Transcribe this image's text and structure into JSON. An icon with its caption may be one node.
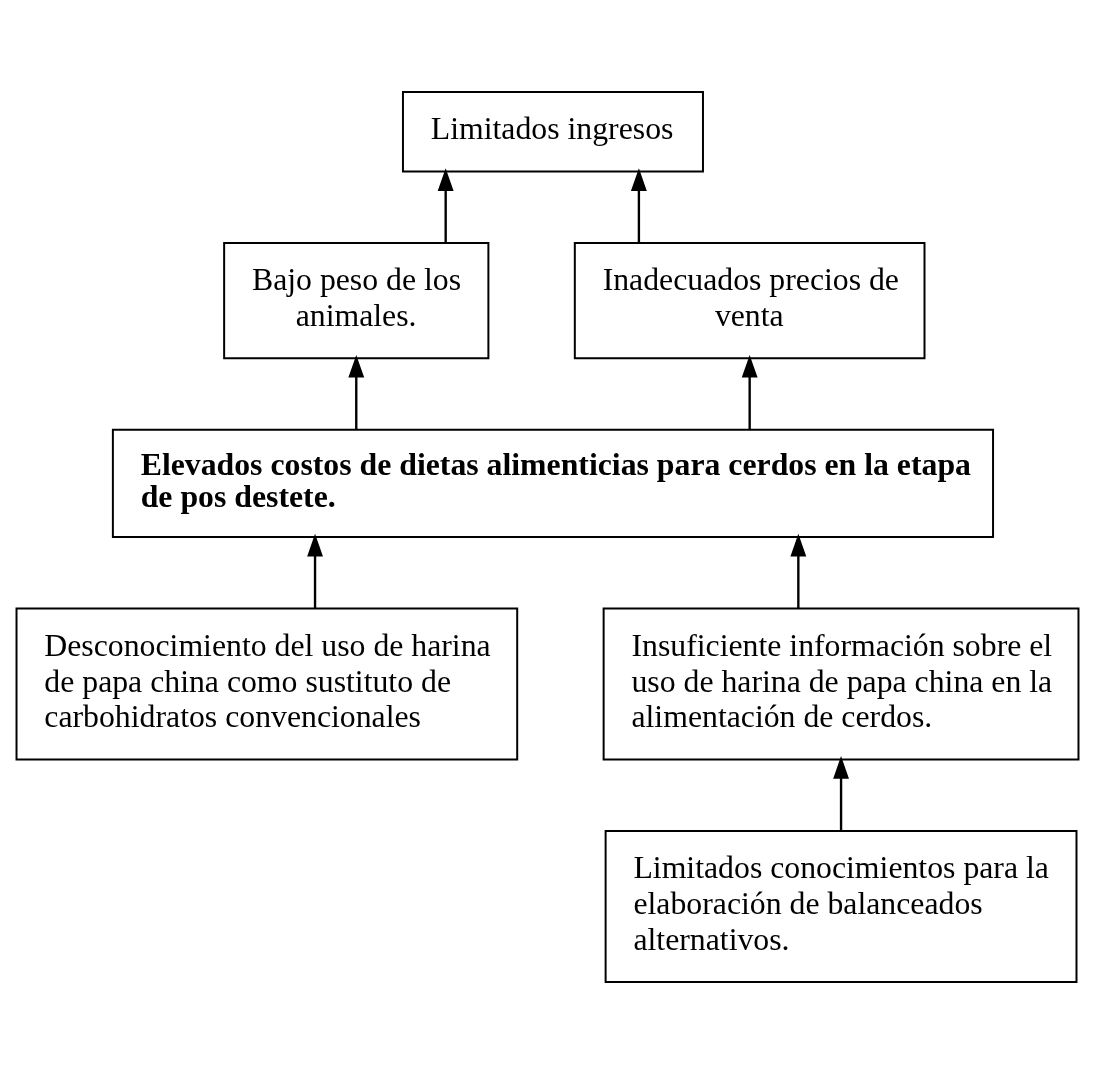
{
  "diagram": {
    "nodes": [
      {
        "text": [
          "Limitados ingresos"
        ]
      },
      {
        "text": [
          "Bajo peso de los animales."
        ]
      },
      {
        "text": [
          "Inadecuados precios de venta"
        ]
      },
      {
        "text": [
          "Elevados costos de dietas alimenticias para cerdos en la etapa de pos destete."
        ]
      },
      {
        "text": [
          "Desconocimiento del uso de harina de papa china como sustituto de carbohidratos convencionales"
        ]
      },
      {
        "text": [
          "Insuficiente información sobre el uso de harina de papa china en la alimentación de cerdos."
        ]
      },
      {
        "text": [
          "Limitados conocimientos para la elaboración de balanceados alternativos."
        ]
      }
    ],
    "edges": [
      {
        "from": 1,
        "to": 0,
        "arrow": "to"
      },
      {
        "from": 2,
        "to": 0,
        "arrow": "to"
      },
      {
        "from": 3,
        "to": 1,
        "arrow": "to"
      },
      {
        "from": 3,
        "to": 2,
        "arrow": "to"
      },
      {
        "from": 4,
        "to": 3,
        "arrow": "to"
      },
      {
        "from": 5,
        "to": 3,
        "arrow": "to"
      },
      {
        "from": 6,
        "to": 5,
        "arrow": "to"
      }
    ]
  }
}
